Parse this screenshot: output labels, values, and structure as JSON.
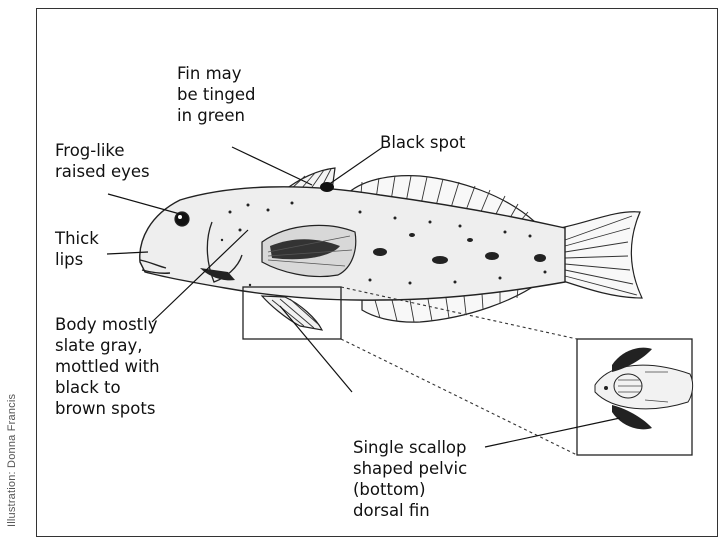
{
  "credit": "Illustration: Donna Francis",
  "labels": {
    "fin_tinged": "Fin may\nbe tinged\nin green",
    "black_spot": "Black spot",
    "eyes": "Frog-like\nraised eyes",
    "lips": "Thick\nlips",
    "body": "Body mostly\nslate gray,\nmottled with\nblack to\nbrown spots",
    "pelvic": "Single scallop\nshaped pelvic\n(bottom)\ndorsal fin"
  }
}
